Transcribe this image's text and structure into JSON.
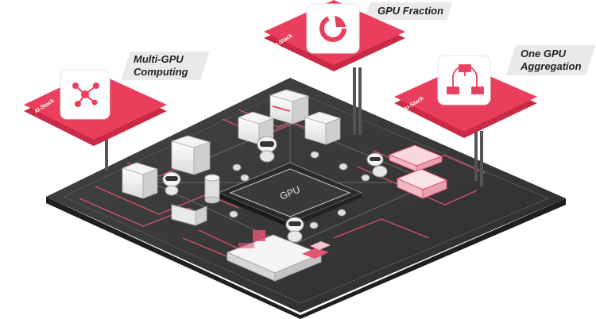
{
  "brand": {
    "name": "AI-Stack",
    "accent": "#ea3f5c",
    "board": "#3a3a3a",
    "board_dark": "#2a2a2a"
  },
  "callouts": {
    "gpu_fraction": "GPU Fraction",
    "multi_gpu": [
      "Multi-GPU",
      "Computing"
    ],
    "one_gpu": [
      "One GPU",
      "Aggregation"
    ]
  },
  "chip_label": "GPU",
  "icons": {
    "multi_gpu": "network-nodes-icon",
    "gpu_fraction": "pie-segment-icon",
    "one_gpu": "aggregation-tree-icon",
    "brand": "ai-stack-logo-icon"
  }
}
